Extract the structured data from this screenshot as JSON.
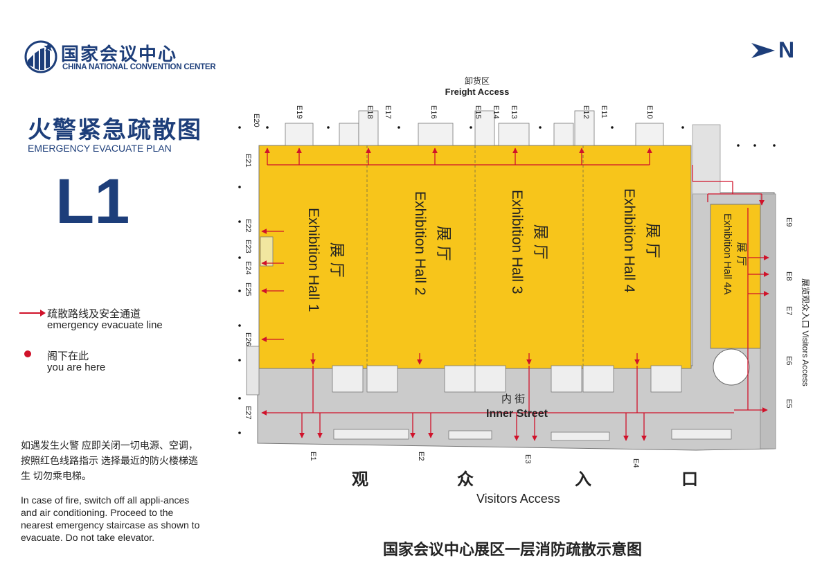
{
  "header": {
    "logo_cn": "国家会议中心",
    "logo_en": "CHINA NATIONAL CONVENTION CENTER",
    "title_cn": "火警紧急疏散图",
    "title_en": "EMERGENCY EVACUATE PLAN",
    "floor": "L1",
    "north": "N"
  },
  "legend": {
    "route_cn": "疏散路线及安全通道",
    "route_en": "emergency evacuate line",
    "here_cn": "阁下在此",
    "here_en": "you are here"
  },
  "notice": {
    "cn": "如遇发生火警 应即关闭一切电源、空调，按照红色线路指示 选择最近的防火楼梯逃生 切勿乘电梯。",
    "en": "In case of fire, switch off all appli-ances and air conditioning. Proceed to the nearest emergency staircase as shown to evacuate. Do not take elevator."
  },
  "plan": {
    "freight_cn": "卸货区",
    "freight_en": "Freight Access",
    "halls": [
      {
        "cn": "展 厅",
        "en": "Exhibition Hall 1"
      },
      {
        "cn": "展 厅",
        "en": "Exhibition Hall 2"
      },
      {
        "cn": "展 厅",
        "en": "Exhibition Hall 3"
      },
      {
        "cn": "展 厅",
        "en": "Exhibition Hall 4"
      },
      {
        "cn": "展 厅",
        "en": "Exhibition Hall 4A"
      }
    ],
    "inner_street_cn": "内 街",
    "inner_street_en": "Inner Street",
    "visitors_cn": [
      "观",
      "众",
      "入",
      "口"
    ],
    "visitors_en": "Visitors Access",
    "east_visitors": "展览观众入口 Visitors Access",
    "exits": {
      "top": [
        "E20",
        "E19",
        "E18",
        "E17",
        "E16",
        "E15",
        "E14",
        "E13",
        "E12",
        "E11",
        "E10"
      ],
      "left": [
        "E21",
        "E22",
        "E23",
        "E24",
        "E25",
        "E26",
        "E27"
      ],
      "right": [
        "E9",
        "E8",
        "E7",
        "E6",
        "E5"
      ],
      "bottom": [
        "E1",
        "E2",
        "E3",
        "E4"
      ]
    }
  },
  "bottom_title": "国家会议中心展区一层消防疏散示意图",
  "colors": {
    "brand_blue": "#1d3e7a",
    "hall_yellow": "#f7c51b",
    "route_red": "#d0122a",
    "corridor_gray": "#cbcbcb"
  }
}
